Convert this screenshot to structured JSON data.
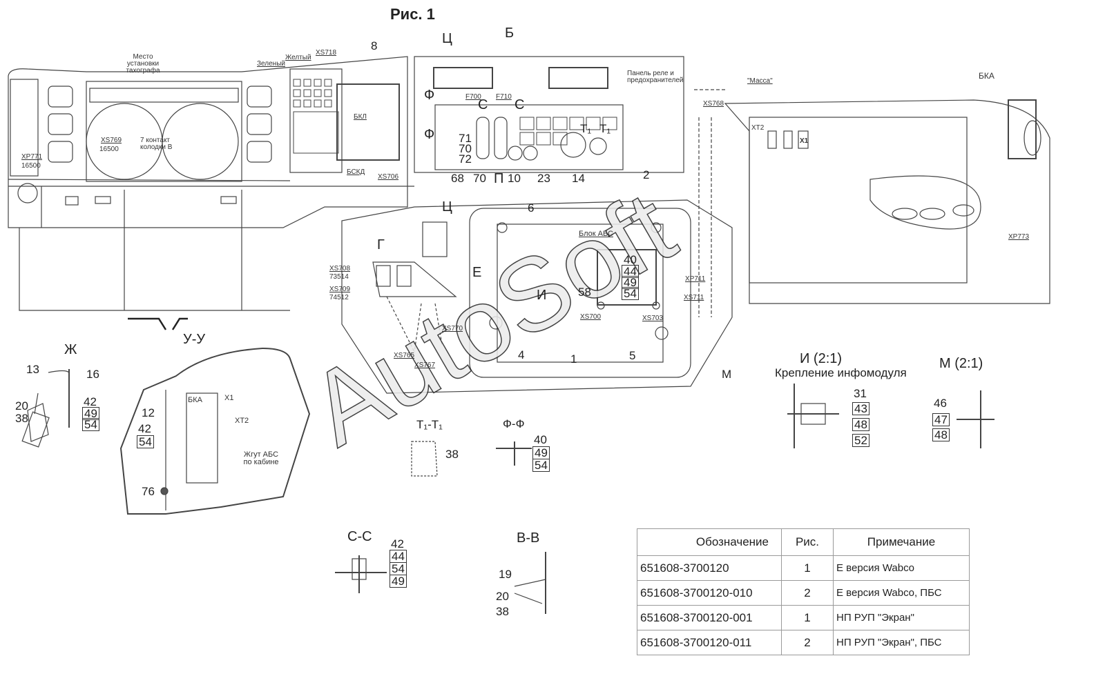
{
  "title": "Рис. 1",
  "watermark": "AutoSoft",
  "section_marks": {
    "ts": "Ц",
    "b": "Б",
    "f": "Ф",
    "c": "С",
    "t1": "Т₁",
    "p": "П",
    "g": "Г",
    "e": "Е",
    "i": "И",
    "m": "М"
  },
  "labels": {
    "tacho": "Место установки тахографа",
    "xs769": "XS769",
    "xs769_n": "16500",
    "contact7": "7 контакт колодки В",
    "xp771": "XP771",
    "xp771_n": "16500",
    "green": "Зеленый",
    "yellow": "Желтый",
    "xs718": "XS718",
    "bkl": "БКЛ",
    "bskd": "БСКД",
    "xs706": "XS706",
    "f700": "F700",
    "f710": "F710",
    "relay_panel": "Панель реле и предохранителей",
    "xs768": "XS768",
    "massa": "\"Масса\"",
    "xt2": "XT2",
    "x1": "X1",
    "bka": "БКА",
    "xp773": "XP773",
    "abs_block": "Блок АБС",
    "xs708": "XS708",
    "xs708_n": "73514",
    "xs709": "XS709",
    "xs709_n": "74512",
    "xs765": "XS765",
    "xs767": "XS767",
    "xs770": "XS770",
    "xs700": "XS700",
    "xs703": "XS703",
    "xp711": "XP711",
    "xs711": "XS711"
  },
  "callouts": {
    "n8": "8",
    "n71": "71",
    "n70": "70",
    "n72": "72",
    "n68": "68",
    "n70b": "70",
    "n10": "10",
    "n23": "23",
    "n14": "14",
    "n2": "2",
    "n6": "6",
    "n40": "40",
    "n44": "44",
    "n49": "49",
    "n54": "54",
    "n58": "58",
    "n4": "4",
    "n1": "1",
    "n5": "5"
  },
  "views": {
    "zh": {
      "title": "Ж",
      "items": [
        "13",
        "16",
        "20",
        "38",
        "42",
        "49",
        "54"
      ]
    },
    "uu": {
      "title": "У-У",
      "items": [
        "12",
        "42",
        "54",
        "76"
      ],
      "bka": "БКА",
      "x1": "X1",
      "xt2": "XT2",
      "harness": "Жгут АБС по кабине"
    },
    "t1t1": {
      "title": "Т₁-Т₁",
      "items": [
        "38"
      ]
    },
    "ff": {
      "title": "Ф-Ф",
      "items": [
        "40",
        "49",
        "54"
      ]
    },
    "i21": {
      "title": "И (2:1)",
      "subtitle": "Крепление инфомодуля",
      "items": [
        "31",
        "43",
        "48",
        "52"
      ]
    },
    "m21": {
      "title": "М (2:1)",
      "items": [
        "46",
        "47",
        "48"
      ]
    },
    "cc": {
      "title": "С-С",
      "items": [
        "42",
        "44",
        "54",
        "49"
      ]
    },
    "vv": {
      "title": "В-В",
      "items": [
        "19",
        "20",
        "38"
      ]
    }
  },
  "table": {
    "headers": [
      "Обозначение",
      "Рис.",
      "Примечание"
    ],
    "rows": [
      [
        "651608-3700120",
        "1",
        "Е версия Wabco"
      ],
      [
        "651608-3700120-010",
        "2",
        "Е версия Wabco, ПБС"
      ],
      [
        "651608-3700120-001",
        "1",
        "НП РУП \"Экран\""
      ],
      [
        "651608-3700120-011",
        "2",
        "НП РУП \"Экран\", ПБС"
      ]
    ]
  }
}
